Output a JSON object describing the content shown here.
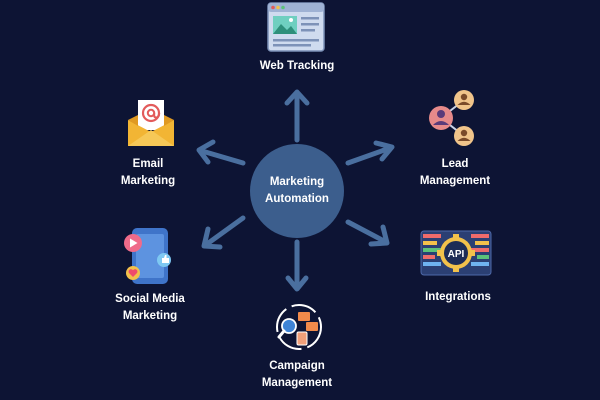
{
  "background_color": "#0d1434",
  "accent_color": "#4a6f9f",
  "hub": {
    "label": "Marketing\nAutomation"
  },
  "nodes": [
    {
      "id": "web-tracking",
      "label": "Web Tracking",
      "icon": "browser-window-icon"
    },
    {
      "id": "lead-management",
      "label": "Lead\nManagement",
      "icon": "people-network-icon"
    },
    {
      "id": "integrations",
      "label": "Integrations",
      "icon": "api-gear-icon"
    },
    {
      "id": "campaign-management",
      "label": "Campaign\nManagement",
      "icon": "campaign-search-icon"
    },
    {
      "id": "social-media-marketing",
      "label": "Social Media\nMarketing",
      "icon": "smartphone-social-icon"
    },
    {
      "id": "email-marketing",
      "label": "Email\nMarketing",
      "icon": "envelope-at-icon"
    }
  ]
}
